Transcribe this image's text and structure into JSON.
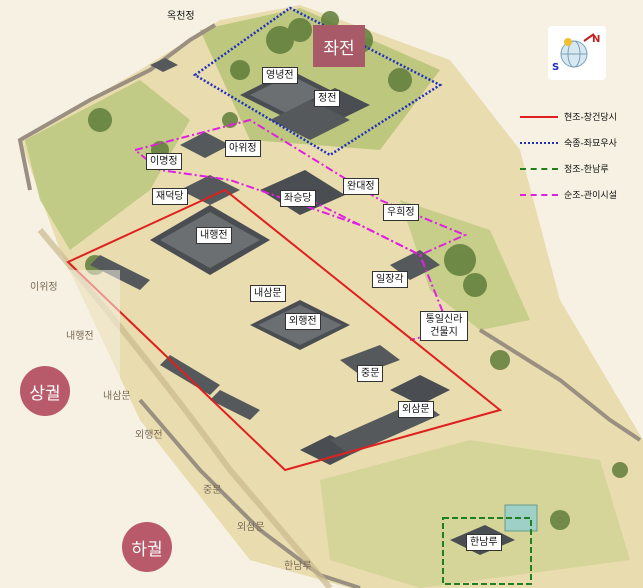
{
  "labels": {
    "okcheonjeong": "옥천정",
    "yeongnyeongjeon": "영녕전",
    "jeongjeon": "정전",
    "awijeong": "아위정",
    "imyeongjeong": "이명정",
    "jaedeokdang": "재덕당",
    "jwaseungdang": "좌승당",
    "wandaejeong": "완대정",
    "uhuijeong": "우희정",
    "naehaengjeon": "내행전",
    "naesammun": "내삼문",
    "iljeonggak": "일장각",
    "tongil_silla": "통일신라 건물지",
    "oehaengjeon": "외행전",
    "jungmun": "중문",
    "oesammun": "외삼문",
    "hannamnu": "한남루"
  },
  "side_labels": {
    "iwijeong": "이위정",
    "naehaengjeon": "내행전",
    "naesammun": "내삼문",
    "oehaengjeon": "외행전",
    "jungmun": "중문",
    "oesammun": "외삼문",
    "hannamnu": "한남루"
  },
  "badges": {
    "jwajeon": "좌전",
    "sanggwol": "상궐",
    "hagwol": "하궐"
  },
  "legend": [
    {
      "label": "현조-창건당시",
      "color": "#e02020",
      "style": "solid"
    },
    {
      "label": "숙종-좌묘우사",
      "color": "#2030c0",
      "style": "dotted"
    },
    {
      "label": "정조-한남루",
      "color": "#208020",
      "style": "dashed"
    },
    {
      "label": "순조-관이시설",
      "color": "#e020e0",
      "style": "dashdot"
    }
  ],
  "compass": {
    "n": "N",
    "s": "S"
  },
  "colors": {
    "badge": "#b85a6a",
    "badge_sq": "#a85a68",
    "ground": "#e8d9a8",
    "grass": "#b9c97a",
    "roof": "#4a4e52",
    "wall": "#d9cfb8"
  }
}
